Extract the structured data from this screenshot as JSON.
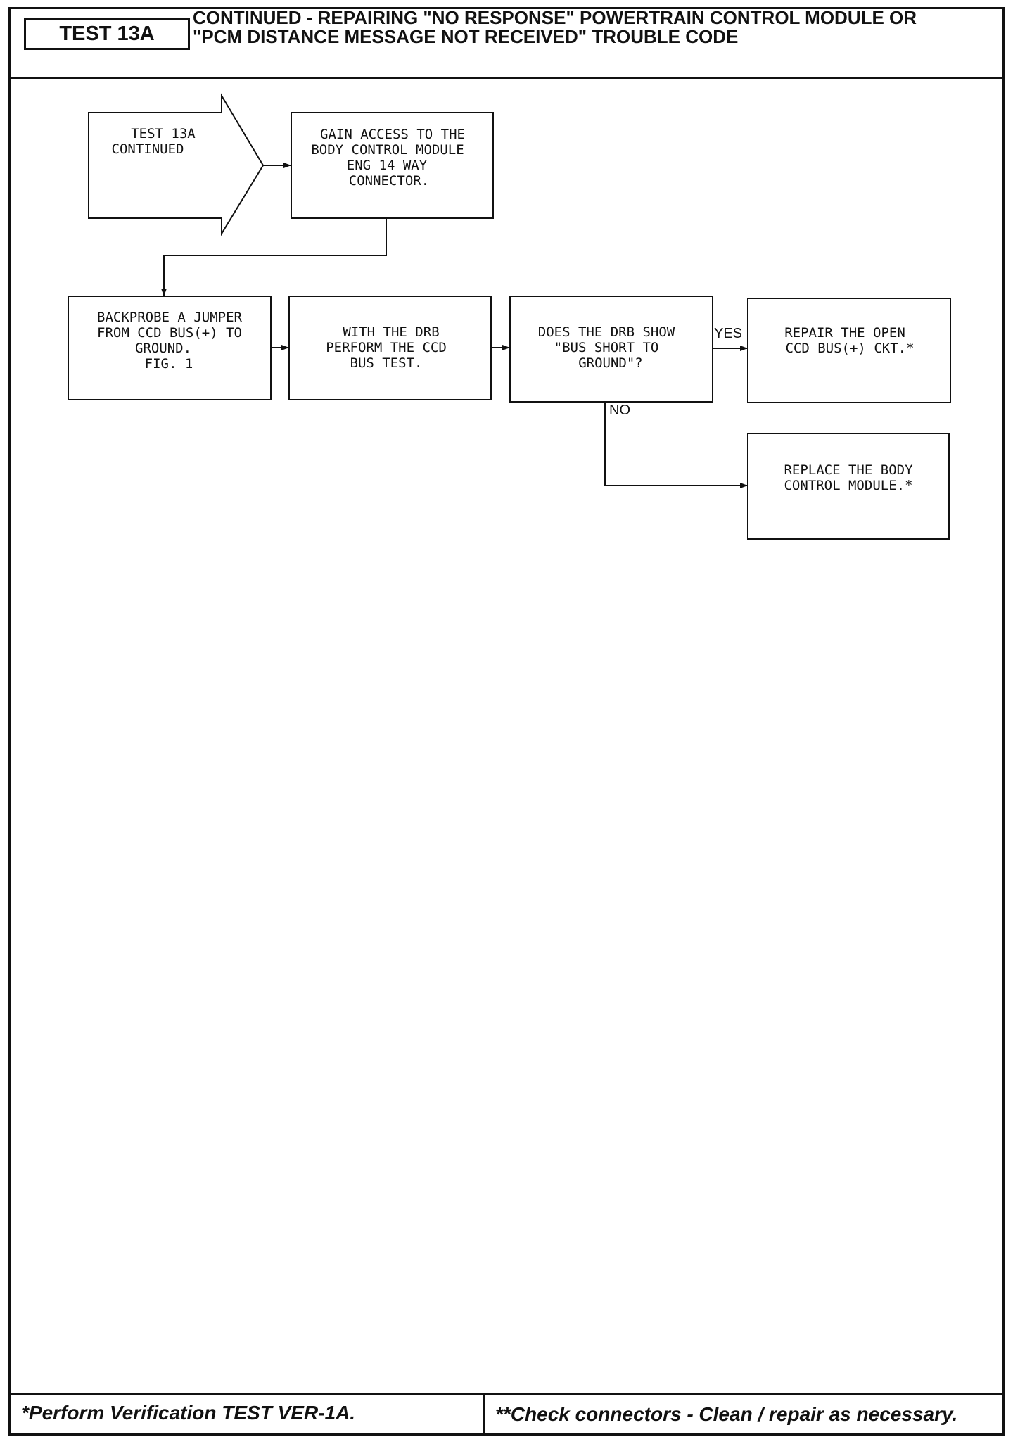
{
  "header": {
    "test_id": "TEST 13A",
    "title_line1": "CONTINUED - REPAIRING \"NO RESPONSE\" POWERTRAIN CONTROL MODULE OR",
    "title_line2": "\"PCM DISTANCE MESSAGE NOT RECEIVED\" TROUBLE CODE"
  },
  "flowchart": {
    "start": {
      "line1": "TEST 13A",
      "line2": "CONTINUED"
    },
    "gain_access": {
      "line1": "GAIN ACCESS TO THE",
      "line2": "BODY CONTROL MODULE",
      "line3": "ENG 14 WAY",
      "line4": "CONNECTOR."
    },
    "backprobe": {
      "line1": "BACKPROBE A JUMPER",
      "line2": "FROM CCD BUS(+) TO",
      "line3": "GROUND.",
      "line4": "FIG. 1"
    },
    "bus_test": {
      "line1": "WITH THE DRB",
      "line2": "PERFORM THE CCD",
      "line3": "BUS TEST."
    },
    "decision": {
      "line1": "DOES THE DRB SHOW",
      "line2": "\"BUS SHORT TO",
      "line3": "GROUND\"?"
    },
    "repair_open": {
      "line1": "REPAIR THE OPEN",
      "line2": "CCD BUS(+) CKT.*"
    },
    "replace_bcm": {
      "line1": "REPLACE THE BODY",
      "line2": "CONTROL MODULE.*"
    },
    "yes_label": "YES",
    "no_label": "NO"
  },
  "footer": {
    "left": "*Perform Verification TEST VER-1A.",
    "right": "**Check connectors - Clean / repair as necessary."
  }
}
